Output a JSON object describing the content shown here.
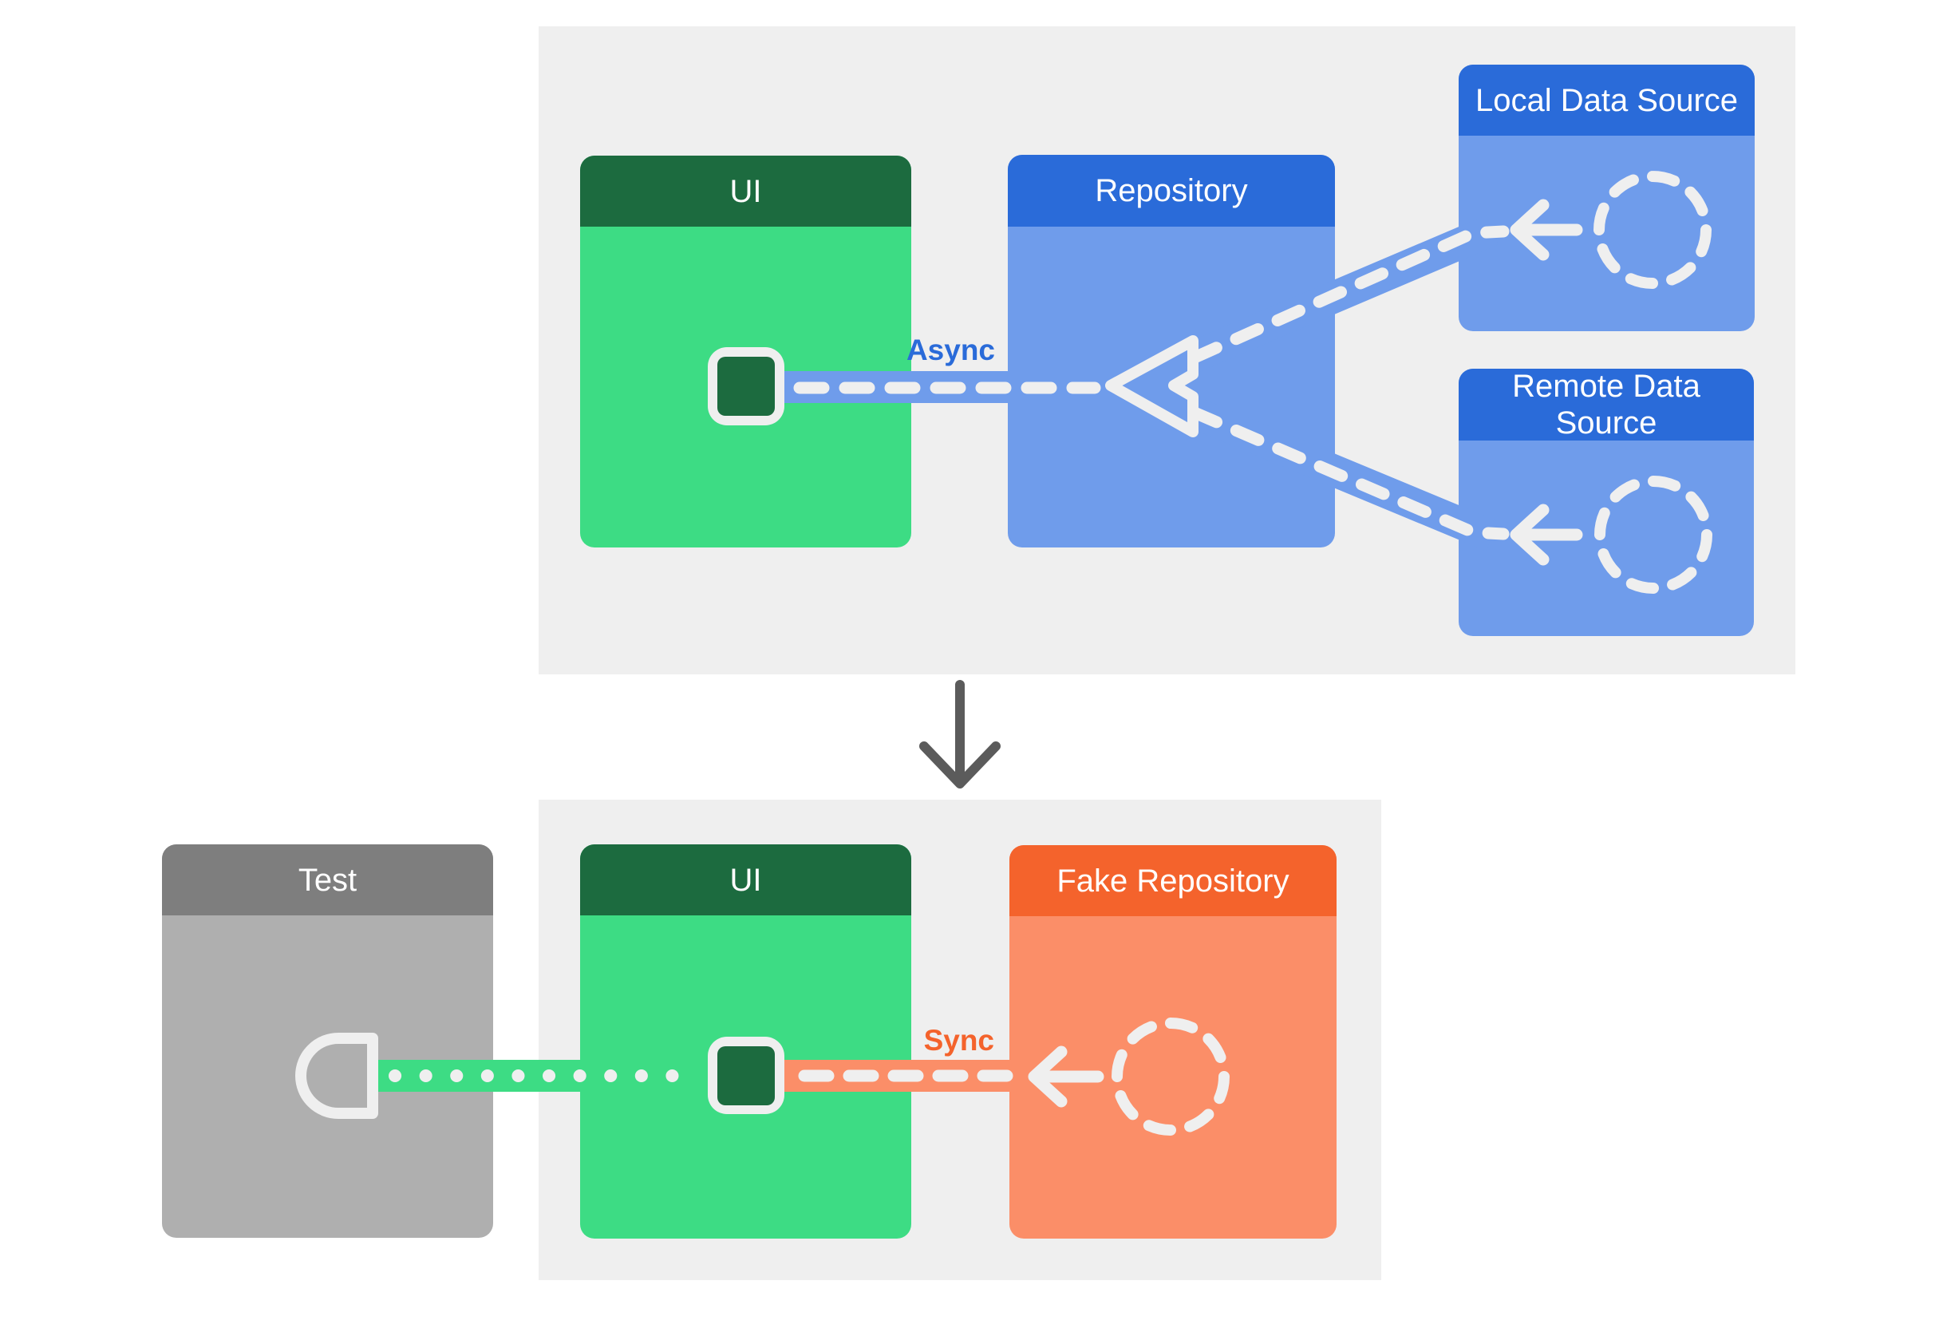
{
  "production": {
    "ui": {
      "title": "UI"
    },
    "repository": {
      "title": "Repository"
    },
    "local_data_source": {
      "title": "Local Data Source"
    },
    "remote_data_source": {
      "title": "Remote Data Source"
    },
    "async_label": "Async"
  },
  "test_setup": {
    "test": {
      "title": "Test"
    },
    "ui": {
      "title": "UI"
    },
    "fake_repository": {
      "title": "Fake Repository"
    },
    "sync_label": "Sync"
  },
  "colors": {
    "panel_bg": "#EFEFEF",
    "green_header": "#1C6B3F",
    "green_body": "#3DDC84",
    "blue_header": "#2A6BD9",
    "blue_body": "#6F9CEB",
    "orange_header": "#F4632C",
    "orange_body": "#FB8E68",
    "gray_header": "#7E7E7E",
    "gray_body": "#AFAFAF",
    "connector_white": "#EFEFEF",
    "flow_arrow_gray": "#5B5B5B",
    "async_text": "#2A6BD9",
    "sync_text": "#F4632C"
  }
}
